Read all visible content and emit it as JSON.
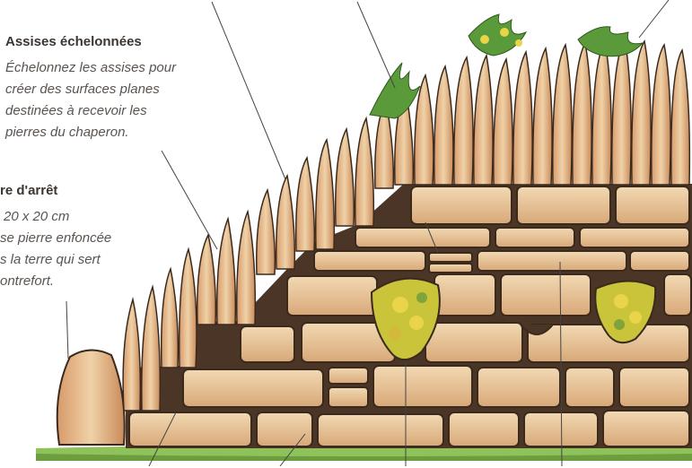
{
  "labels": {
    "assises": {
      "title": "Assises échelonnées",
      "lines": [
        "Échelonnez les assises pour",
        "créer des surfaces planes",
        "destinées à recevoir les",
        "pierres du chaperon."
      ]
    },
    "pierre_arret": {
      "title": "re d'arrêt",
      "lines": [
        "20 x 20 cm",
        "se pierre enfoncée",
        "s la terre qui sert",
        "ontrefort."
      ]
    }
  },
  "colors": {
    "stone": "#e8c9a0",
    "stone_shadow": "#b98a5c",
    "mortar": "#3a2a1e",
    "grass": "#7fb24a",
    "plant": "#5a9a3a",
    "flower": "#e9d44a",
    "leader": "#444444"
  }
}
